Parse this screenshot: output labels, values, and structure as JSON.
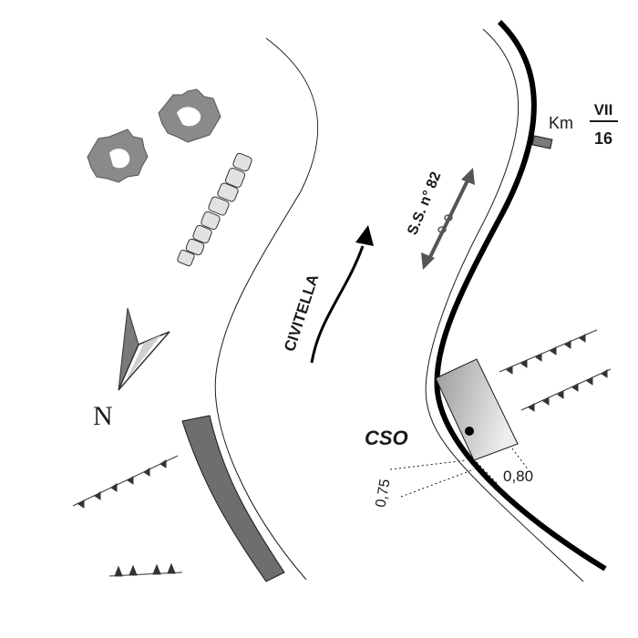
{
  "map": {
    "road_label": "CIVITELLA",
    "highway_label": "S.S. n° 82",
    "site_label": "CSO",
    "dimension_left": "0,75",
    "dimension_right": "0,80",
    "km_prefix": "Km",
    "km_top": "VII",
    "km_bottom": "16",
    "north_label": "N"
  },
  "colors": {
    "road_line": "#1a1a1a",
    "highway_line": "#000000",
    "marker_fill": "#7a7a7a",
    "wall_fill": "#6e6e6e",
    "tree_fill": "#8a8a8a",
    "site_gradient_from": "#9a9a9a",
    "site_gradient_to": "#eeeeee"
  },
  "icons": [
    "north-arrow-icon",
    "tree-icon",
    "rock-wall-icon",
    "slope-hatching-icon"
  ]
}
